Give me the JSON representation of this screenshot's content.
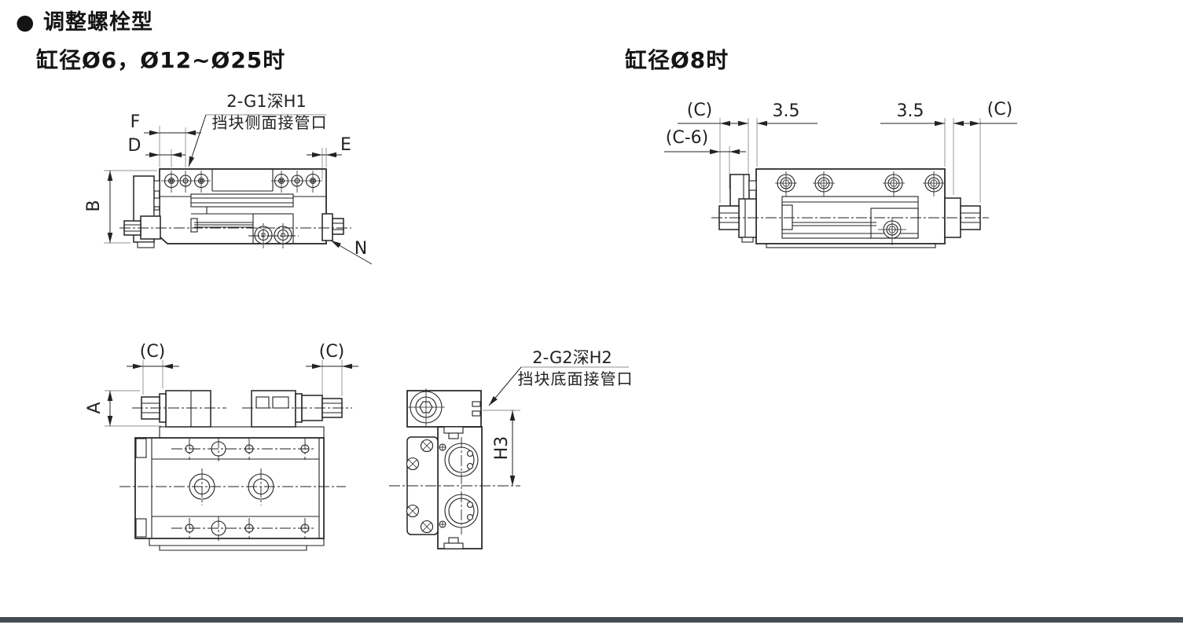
{
  "page": {
    "background": "#ffffff"
  },
  "colors": {
    "line": "#222226",
    "extension_line": "#8f8f92",
    "text": "#1b1b1d",
    "footer_bar": "#454c55"
  },
  "header": {
    "bullet": "●",
    "title": "调整螺栓型",
    "subtitle_left": "缸径Ø6，Ø12~Ø25时",
    "subtitle_right": "缸径Ø8时"
  },
  "drawings": {
    "side_view_small_bore": {
      "labels": {
        "port_note_line1": "2-G1深H1",
        "port_note_line2": "挡块侧面接管口",
        "dim_f": "F",
        "dim_d": "D",
        "dim_b": "B",
        "dim_e": "E",
        "dim_n": "N"
      }
    },
    "side_view_bore8": {
      "labels": {
        "dim_c_left": "(C)",
        "dim_c6": "(C-6)",
        "dim_35_left": "3.5",
        "dim_35_right": "3.5",
        "dim_c_right": "(C)"
      }
    },
    "top_view": {
      "labels": {
        "dim_c_left": "(C)",
        "dim_c_right": "(C)",
        "dim_a": "A"
      }
    },
    "end_view": {
      "labels": {
        "port_note_line1": "2-G2深H2",
        "port_note_line2": "挡块底面接管口",
        "dim_h3": "H3"
      }
    }
  }
}
